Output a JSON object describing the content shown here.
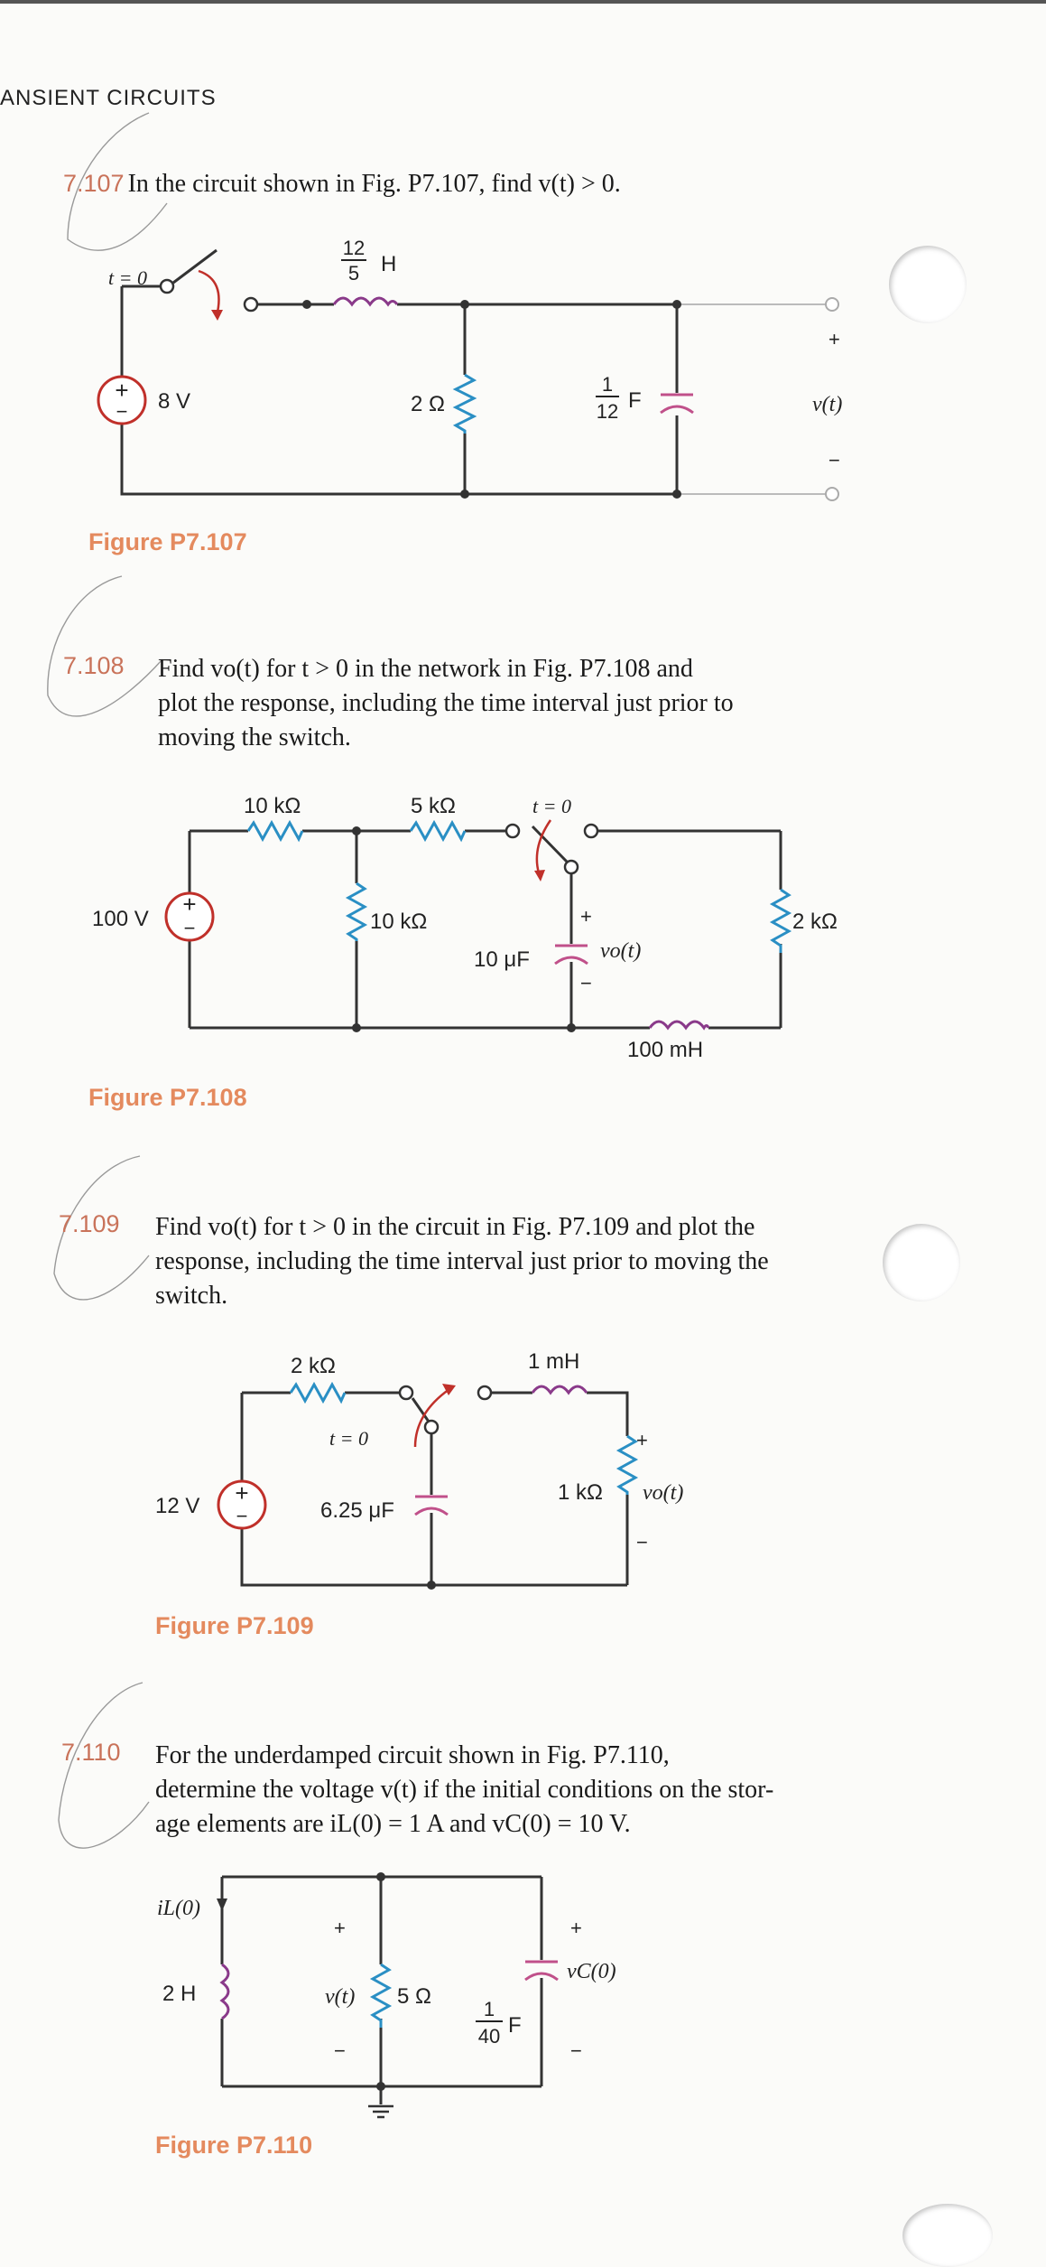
{
  "header": {
    "chapter_title": "ANSIENT CIRCUITS"
  },
  "problems": [
    {
      "number": "7.107",
      "text": "In the circuit shown in Fig. P7.107, find v(t) > 0.",
      "figure_caption": "Figure P7.107",
      "labels": {
        "switch_time": "t = 0",
        "inductor_num": "12",
        "inductor_den": "5",
        "inductor_unit": "H",
        "source": "8 V",
        "resistor": "2 Ω",
        "cap_num": "1",
        "cap_den": "12",
        "cap_unit": "F",
        "plus": "+",
        "minus": "−",
        "output": "v(t)"
      }
    },
    {
      "number": "7.108",
      "text_lines": [
        "Find vo(t) for t > 0 in the network in Fig. P7.108 and",
        "plot the response, including the time interval just prior to",
        "moving the switch."
      ],
      "figure_caption": "Figure P7.108",
      "labels": {
        "r1": "10 kΩ",
        "r2": "5 kΩ",
        "switch_time": "t = 0",
        "source": "100 V",
        "r3": "10 kΩ",
        "cap": "10 μF",
        "output": "vo(t)",
        "r4": "2 kΩ",
        "inductor": "100 mH",
        "plus": "+",
        "minus": "−"
      }
    },
    {
      "number": "7.109",
      "text_lines": [
        "Find vo(t) for t > 0 in the circuit in Fig. P7.109 and plot the",
        "response, including the time interval just prior to moving the",
        "switch."
      ],
      "figure_caption": "Figure P7.109",
      "labels": {
        "r1": "2 kΩ",
        "inductor": "1 mH",
        "switch_time": "t = 0",
        "source": "12 V",
        "cap": "6.25 μF",
        "r2": "1 kΩ",
        "output": "vo(t)",
        "plus": "+",
        "minus": "−"
      }
    },
    {
      "number": "7.110",
      "text_lines": [
        "For the underdamped circuit shown in Fig. P7.110,",
        "determine the voltage v(t) if the initial conditions on the stor-",
        "age elements are iL(0) = 1 A and vC(0) = 10 V."
      ],
      "figure_caption": "Figure P7.110",
      "labels": {
        "current": "iL(0)",
        "inductor": "2 H",
        "output": "v(t)",
        "resistor": "5 Ω",
        "cap_num": "1",
        "cap_den": "40",
        "cap_unit": "F",
        "vc": "vC(0)",
        "plus": "+",
        "minus": "−"
      }
    }
  ],
  "colors": {
    "resistor": "#2a8fc4",
    "inductor": "#8a3a8a",
    "capacitor": "#c0508a",
    "source_ring": "#c0302a",
    "caption": "#e48a5e",
    "wire": "#333333"
  }
}
